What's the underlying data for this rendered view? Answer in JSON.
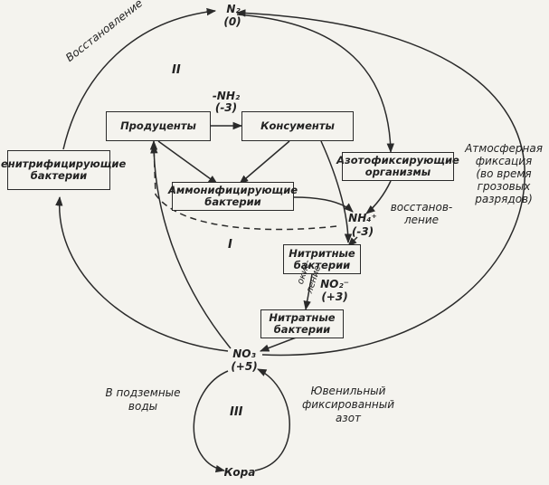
{
  "nodes": {
    "n2": "N₂",
    "n2_state": "(0)",
    "no3": "NO₃",
    "no3_state": "(+5)",
    "nh4": "NH₄⁺",
    "nh4_state": "(-3)",
    "no2": "NO₂⁻",
    "no2_state": "(+3)",
    "nh2": "-NH₂",
    "nh2_state": "(-3)",
    "kora": "Кора"
  },
  "boxes": {
    "producers": "Продуценты",
    "consumers": "Консументы",
    "denitrifying": "Денитрифицирующие бактерии",
    "nitrogen_fixing": "Азотофиксирующие организмы",
    "ammonifying": "Аммонифицирующие бактерии",
    "nitrite": "Нитритные бактерии",
    "nitrate": "Нитратные бактерии"
  },
  "labels": {
    "reduction": "Восстановление",
    "atm_fix_1": "Атмосферная",
    "atm_fix_2": "фиксация",
    "atm_fix_3": "(во время",
    "atm_fix_4": "грозовых",
    "atm_fix_5": "разрядов)",
    "reduction2_1": "восстанов-",
    "reduction2_2": "ление",
    "oxidation_1": "окис-",
    "oxidation_2": "ление",
    "groundwater_1": "В подземные",
    "groundwater_2": "воды",
    "juvenile_1": "Ювенильный",
    "juvenile_2": "фиксированный",
    "juvenile_3": "азот"
  },
  "cycles": {
    "c1": "I",
    "c2": "II",
    "c3": "III"
  },
  "colors": {
    "ink": "#2a2a2a",
    "paper": "#f4f3ee"
  }
}
